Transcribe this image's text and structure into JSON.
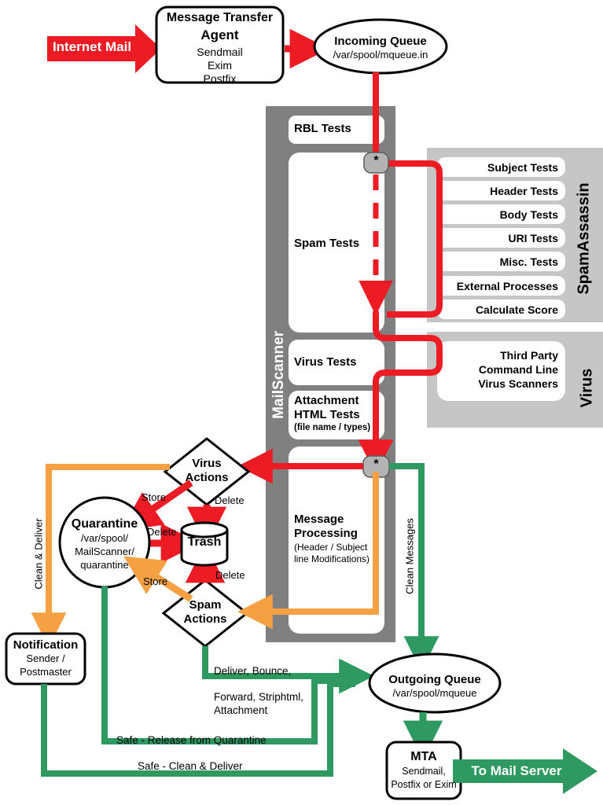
{
  "diagram": {
    "title": "MailScanner mail flow diagram",
    "colors": {
      "red": "#ED1C24",
      "orange": "#F5A143",
      "green": "#2E9961",
      "panel_dark_gray": "#808080",
      "panel_light_gray": "#C6C6C6",
      "node_gray": "#B3B3B3",
      "white": "#FFFFFF",
      "black": "#000000"
    }
  },
  "entry": {
    "internet_mail": "Internet Mail",
    "mta": {
      "title_line1": "Message Transfer",
      "title_line2": "Agent",
      "items": [
        "Sendmail",
        "Exim",
        "Postfix"
      ]
    },
    "incoming_queue": {
      "title": "Incoming Queue",
      "path": "/var/spool/mqueue.in"
    }
  },
  "mailscanner": {
    "label": "MailScanner",
    "stages": [
      {
        "title": "RBL Tests",
        "sub": ""
      },
      {
        "title": "Spam Tests",
        "sub": ""
      },
      {
        "title": "Virus Tests",
        "sub": ""
      },
      {
        "title_line1": "Attachment",
        "title_line2": "HTML Tests",
        "sub": "(file name / types)"
      },
      {
        "title_line1": "Message",
        "title_line2": "Processing",
        "sub_line1": "(Header / Subject",
        "sub_line2": "line Modifications)"
      }
    ],
    "junction_marker": "*"
  },
  "spamassassin": {
    "label": "SpamAssassin",
    "tests": [
      "Subject Tests",
      "Header Tests",
      "Body Tests",
      "URI Tests",
      "Misc. Tests",
      "External Processes",
      "Calculate Score"
    ]
  },
  "virus_panel": {
    "label": "Virus",
    "scanner_line1": "Third Party",
    "scanner_line2": "Command Line",
    "scanner_line3": "Virus Scanners"
  },
  "actions": {
    "virus_actions_line1": "Virus",
    "virus_actions_line2": "Actions",
    "spam_actions_line1": "Spam",
    "spam_actions_line2": "Actions",
    "quarantine_title": "Quarantine",
    "quarantine_path_line1": "/var/spool/",
    "quarantine_path_line2": "MailScanner/",
    "quarantine_path_line3": "quarantine",
    "trash": "Trash",
    "notification_title": "Notification",
    "notification_line1": "Sender /",
    "notification_line2": "Postmaster"
  },
  "edge_labels": {
    "store_virus": "Store",
    "delete_virus_to_trash": "Delete",
    "delete_quarantine_to_trash": "Delete",
    "delete_spam_to_trash": "Delete",
    "store_spam": "Store",
    "clean_and_deliver": "Clean & Deliver",
    "clean_messages": "Clean Messages",
    "deliver_bounce": "Deliver, Bounce,",
    "forward_striphtml_line1": "Forward, Striphtml,",
    "forward_striphtml_line2": "Attachment",
    "safe_release": "Safe - Release from Quarantine",
    "safe_clean_deliver": "Safe - Clean & Deliver"
  },
  "exit": {
    "outgoing_queue": {
      "title": "Outgoing Queue",
      "path": "/var/spool/mqueue"
    },
    "mta": {
      "title": "MTA",
      "line1": "Sendmail,",
      "line2": "Postfix or Exim"
    },
    "to_mail_server": "To Mail Server"
  }
}
